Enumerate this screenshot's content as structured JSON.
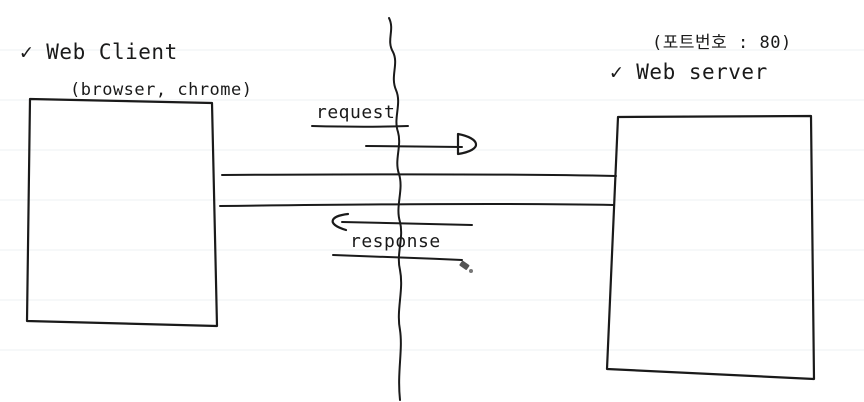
{
  "client": {
    "title": "✓ Web Client",
    "subtitle": "(browser, chrome)"
  },
  "server": {
    "port_note": "(포트번호 : 80)",
    "title": "✓ Web server"
  },
  "messages": {
    "request": "request",
    "response": "response"
  },
  "colors": {
    "ink": "#1a1a1a",
    "paper": "#ffffff",
    "ruling": "#eef0f3"
  }
}
